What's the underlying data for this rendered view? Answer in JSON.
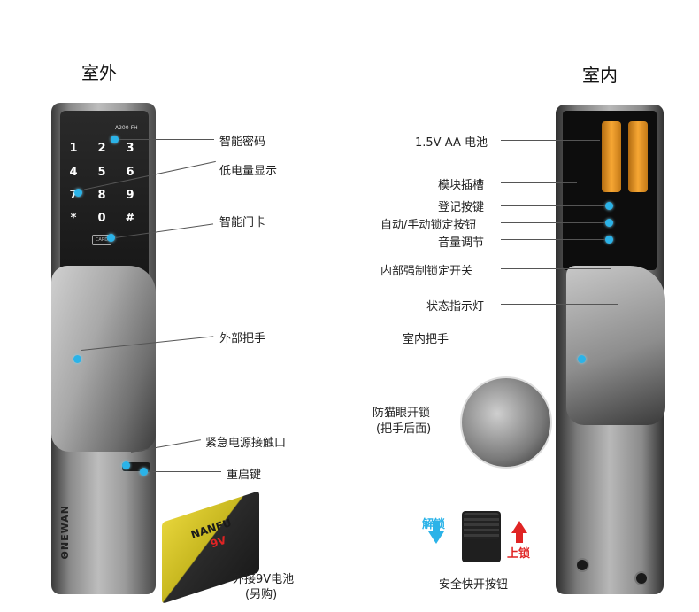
{
  "titles": {
    "outdoor": "室外",
    "indoor": "室内"
  },
  "model": "A200-FH",
  "keypad": [
    "1",
    "2",
    "3",
    "4",
    "5",
    "6",
    "7",
    "8",
    "9",
    "*",
    "0",
    "#"
  ],
  "card_label": "CARD",
  "brand_logo": "ΘNEWAN",
  "outdoor_labels": {
    "smart_code": "智能密码",
    "low_battery": "低电量显示",
    "smart_card": "智能门卡",
    "outer_handle": "外部把手",
    "emergency_power": "紧急电源接触口",
    "restart": "重启键",
    "battery_9v": "外接9V电池",
    "battery_9v_note": "(另购)"
  },
  "battery_brand": "NANFU",
  "battery_voltage": "9V",
  "indoor_labels": {
    "aa_battery": "1.5V AA 电池",
    "module_slot": "模块插槽",
    "register_key": "登记按键",
    "auto_manual_lock": "自动/手动锁定按钮",
    "volume": "音量调节",
    "internal_lock_switch": "内部强制锁定开关",
    "status_light": "状态指示灯",
    "indoor_handle": "室内把手",
    "anti_cat_eye": "防猫眼开锁",
    "anti_cat_eye_note": "(把手后面)",
    "unlock": "解锁",
    "lock": "上锁",
    "safety_button": "安全快开按钮"
  },
  "colors": {
    "accent": "#2bb3e8",
    "lock_arrow": "#e02424"
  }
}
